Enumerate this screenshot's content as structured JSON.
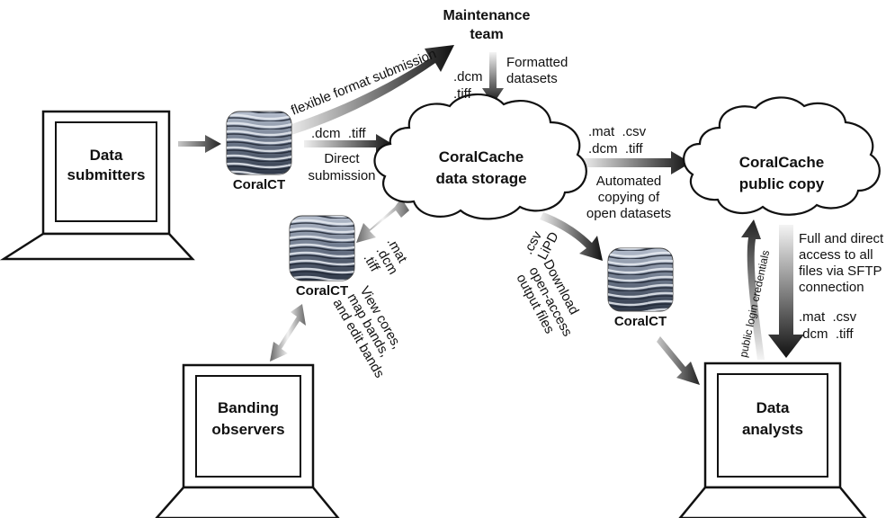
{
  "nodes": {
    "maintenance": {
      "line1": "Maintenance",
      "line2": "team"
    },
    "storage": {
      "line1": "CoralCache",
      "line2": "data storage"
    },
    "public_copy": {
      "line1": "CoralCache",
      "line2": "public copy"
    }
  },
  "actors": {
    "submitters": {
      "line1": "Data",
      "line2": "submitters"
    },
    "observers": {
      "line1": "Banding",
      "line2": "observers"
    },
    "analysts": {
      "line1": "Data",
      "line2": "analysts"
    }
  },
  "apps": {
    "submit": {
      "caption": "CoralCT"
    },
    "view": {
      "caption": "CoralCT"
    },
    "download": {
      "caption": "CoralCT"
    }
  },
  "labels": {
    "flexible_submission": "flexible format submission",
    "maint_formats": [
      ".dcm",
      ".tiff"
    ],
    "formatted_datasets": [
      "Formatted",
      "datasets"
    ],
    "direct_formats": ".dcm  .tiff",
    "direct_submission": [
      "Direct",
      "submission"
    ],
    "copy_formats": [
      ".mat  .csv",
      ".dcm  .tiff"
    ],
    "automated_copying": [
      "Automated",
      "copying of",
      "open datasets"
    ],
    "view_formats": [
      ".mat",
      ".dcm",
      ".tiff"
    ],
    "view_desc": [
      "View cores,",
      "map bands,",
      "and edit bands"
    ],
    "download_formats": [
      ".csv",
      "LiPD"
    ],
    "download_desc": [
      "Download",
      "open-access",
      "output files"
    ],
    "public_login": "public login credentials",
    "sftp_desc": [
      "Full and direct",
      "access to all",
      "files via SFTP",
      "connection"
    ],
    "sftp_formats": [
      ".mat  .csv",
      ".dcm  .tiff"
    ]
  },
  "colors": {
    "ink": "#111111",
    "arrow_dark": "#1a1a1a",
    "arrow_light": "#e6e6e6",
    "coral_dark": "#3a4456",
    "coral_light": "#d7dde7"
  }
}
